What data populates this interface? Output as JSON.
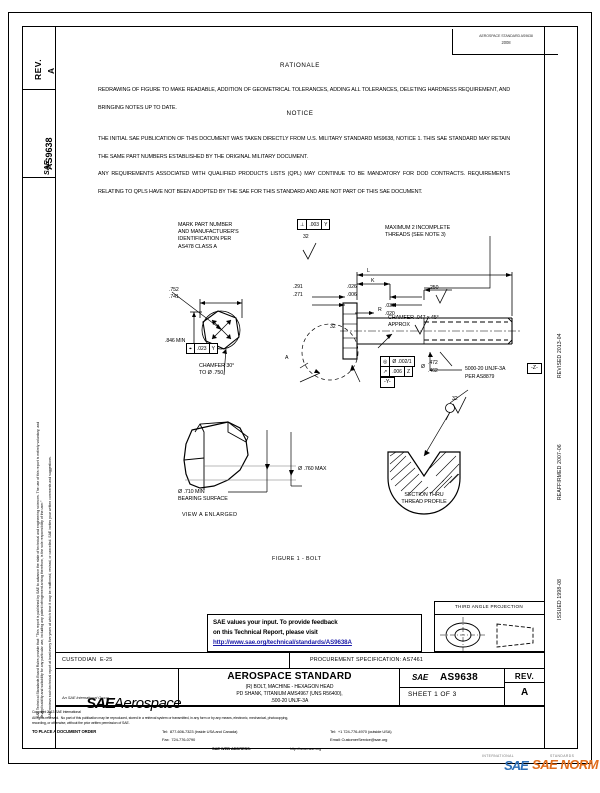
{
  "sheet": {
    "rev_label": "REV.",
    "rev_value": "A",
    "doc_org": "SAE",
    "doc_number": "AS9638"
  },
  "date_box": {
    "line1": "AEROSPACE STANDARD AS9638",
    "line2": "2008"
  },
  "rationale": {
    "heading": "RATIONALE",
    "body": "REDRAWING OF FIGURE TO MAKE READABLE,  ADDITION OF GEOMETRICAL TOLERANCES, ADDING ALL TOLERANCES, DELETING HARDNESS REQUIREMENT, AND BRINGING NOTES UP TO DATE."
  },
  "notice": {
    "heading": "NOTICE",
    "paragraph1": "THE INITIAL SAE PUBLICATION OF THIS DOCUMENT WAS TAKEN DIRECTLY FROM U.S. MILITARY STANDARD MS9638, NOTICE 1. THIS SAE STANDARD MAY RETAIN THE SAME PART NUMBERS ESTABLISHED BY THE ORIGINAL MILITARY DOCUMENT.",
    "paragraph2": "ANY REQUIREMENTS ASSOCIATED WITH QUALIFIED PRODUCTS LISTS (QPL) MAY CONTINUE TO BE MANDATORY FOR DOD CONTRACTS. REQUIREMENTS RELATING TO QPLS HAVE NOT BEEN ADOPTED BY THE SAE FOR THIS STANDARD AND ARE NOT PART OF THIS SAE DOCUMENT."
  },
  "drawing": {
    "figure_caption": "FIGURE 1 - BOLT",
    "note_mark": "MARK PART NUMBER\nAND MANUFACTURER'S\nIDENTIFICATION PER\nAS478 CLASS A",
    "note_threads": "MAXIMUM 2 INCOMPLETE\nTHREADS (SEE NOTE 3)",
    "note_chamfer_approx": "CHAMFER .047 x 45°\nAPPROX",
    "note_thread_spec": "5000-20 UNJF-3A",
    "note_thread_per": "PER AS8879",
    "datum_z": "-Z-",
    "datum_y_small": "-Y-",
    "chamfer_note": "CHAMFER 30°\nTO Ø .750",
    "bearing_note": "Ø .710 MIN\nBEARING SURFACE",
    "bearing_max": "Ø .760 MAX",
    "view_caption": "VIEW A ENLARGED",
    "section_caption": "SECTION THRU\nTHREAD PROFILE",
    "callout_a": "A",
    "dims": {
      "across_flats_max": ".752",
      "across_flats_min": ".741",
      "head_height": ".846 MIN",
      "k_upper": ".291",
      "k_lower": ".271",
      "fillet_upper": ".026",
      "fillet_lower": ".006",
      "radius_upper": ".030",
      "radius_lower": ".020",
      "shank_dia_upper": ".472",
      "shank_dia_lower": ".462",
      "len_L": "L",
      "len_K": "K",
      "surf_250": "250",
      "surf_32a": "32",
      "surf_32b": "32",
      "surf_32c": "32"
    },
    "gdt": {
      "perp_symbol": "⊥",
      "perp_tol": ".003",
      "perp_datum": "Y",
      "pos_symbol": "⌖",
      "pos_tol": ".023",
      "pos_datum": "Y",
      "runout_symbol": "↗",
      "runout_tol": ".006",
      "runout_datum": "Z",
      "conc_symbol": "◎",
      "conc_tol": "Ø .002/1"
    }
  },
  "feedback": {
    "line1": "SAE values your input. To provide feedback",
    "line2": "on this Technical Report, please visit",
    "link": "http://www.sae.org/technical/standards/AS9638A"
  },
  "projection": {
    "title": "THIRD ANGLE PROJECTION"
  },
  "custodian": {
    "left": "CUSTODIAN  E-25",
    "right": "PROCUREMENT SPECIFICATION: AS7461"
  },
  "title_block": {
    "logo_main": "SAE",
    "logo_sub": "Aerospace",
    "logo_tag": "An SAE International Group",
    "standard_title": "AEROSPACE STANDARD",
    "desc_line1": "(R) BOLT, MACHINE - HEXAGON HEAD",
    "desc_line2": "PD SHANK, TITANIUM AMS4967 (UNS R56400),",
    "desc_line3": ".500-20 UNJF-3A",
    "org": "SAE",
    "number": "AS9638",
    "sheet": "SHEET 1 OF 3",
    "rev_label": "REV.",
    "rev_value": "A"
  },
  "side_left": {
    "para1": "SAE Technical Standards Board Rules provide that:  \"This report is published by SAE to advance the state of technical and engineering sciences. The use of this report is entirely voluntary, and its applicability and suitability for any particular use, including any patent infringement arising therefrom, is the sole responsibility of the user.\"",
    "para2": "SAE reviews each technical report at least every five years at which time it may be reaffirmed, revised, or cancelled. SAE invites your written comments and suggestions."
  },
  "side_right": {
    "revised": "REVISED 2013-04",
    "reaffirmed": "REAFFIRMED 2007-06",
    "issued": "ISSUED 1998-08"
  },
  "copyright": {
    "line1": "Copyright 2013 SAE International",
    "line2": "All rights reserved.  No part of this publication may be reproduced, stored in a retrieval system or transmitted, in any form or by any means, electronic, mechanical, photocopying,",
    "line3": "recording, or otherwise, without the prior written permission of SAE.",
    "order_label": "TO PLACE A DOCUMENT ORDER",
    "tel_usa": "Tel:  877-606-7323 (inside USA and Canada)",
    "tel_intl": "Tel:  +1 724-776-4970 (outside USA)",
    "fax": "Fax:  724-776-0790",
    "email": "Email: CustomerService@sae.org",
    "web_label": "SAE WEB ADDRESS:",
    "web_url": "http://www.sae.org"
  },
  "watermark": {
    "sae": "SAE",
    "norm": "SAE NORM",
    "sub_left": "INTERNATIONAL",
    "sub_right": "STANDARDS"
  },
  "colors": {
    "link": "#1a1aa8",
    "wm_blue": "#2d6fb7",
    "wm_orange": "#e06c1b"
  }
}
